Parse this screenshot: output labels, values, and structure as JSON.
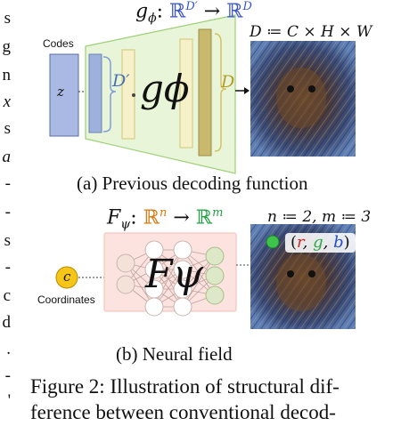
{
  "margin_text": [
    "s",
    "g",
    "n",
    "x",
    "s",
    "a",
    "-",
    "-",
    "s",
    "-",
    "c",
    "d",
    ".",
    "-",
    "'"
  ],
  "figure_a": {
    "formula_fn": "g",
    "formula_sub": "ϕ",
    "formula_domain": "ℝ",
    "formula_domain_sup": "D′",
    "formula_arrow": "→",
    "formula_codomain": "ℝ",
    "formula_codomain_sup": "D",
    "codes_label": "Codes",
    "z_label": "z",
    "d_prime_label": "D′",
    "big_label": "gϕ",
    "d_label": "D",
    "dims_text": "D ≔ C × H × W",
    "caption": "(a) Previous decoding function"
  },
  "figure_b": {
    "formula_fn": "F",
    "formula_sub": "ψ",
    "formula_domain": "ℝ",
    "formula_domain_sup": "n",
    "formula_arrow": "→",
    "formula_codomain": "ℝ",
    "formula_codomain_sup": "m",
    "nm_text": "n ≔ 2, m ≔ 3",
    "coord_symbol": "c",
    "coordinates_label": "Coordinates",
    "big_label": "Fψ",
    "rgb_open": "(",
    "rgb_r": "r",
    "rgb_g": "g",
    "rgb_b": "b",
    "rgb_close": ")",
    "caption": "(b) Neural field"
  },
  "figure_caption": {
    "line1": "Figure 2: Illustration of structural dif-",
    "line2": "ference between conventional decod-"
  },
  "colors": {
    "code_bar": "#a9b9e3",
    "decoder_bg": "#e8f5d9",
    "tan_bar": "#c8b96d",
    "field_bg": "#fde3df",
    "coord_node": "#f5c518",
    "point": "#3ec44a",
    "bracket_blue": "#7fa0d6",
    "bracket_gold": "#d7c260"
  }
}
